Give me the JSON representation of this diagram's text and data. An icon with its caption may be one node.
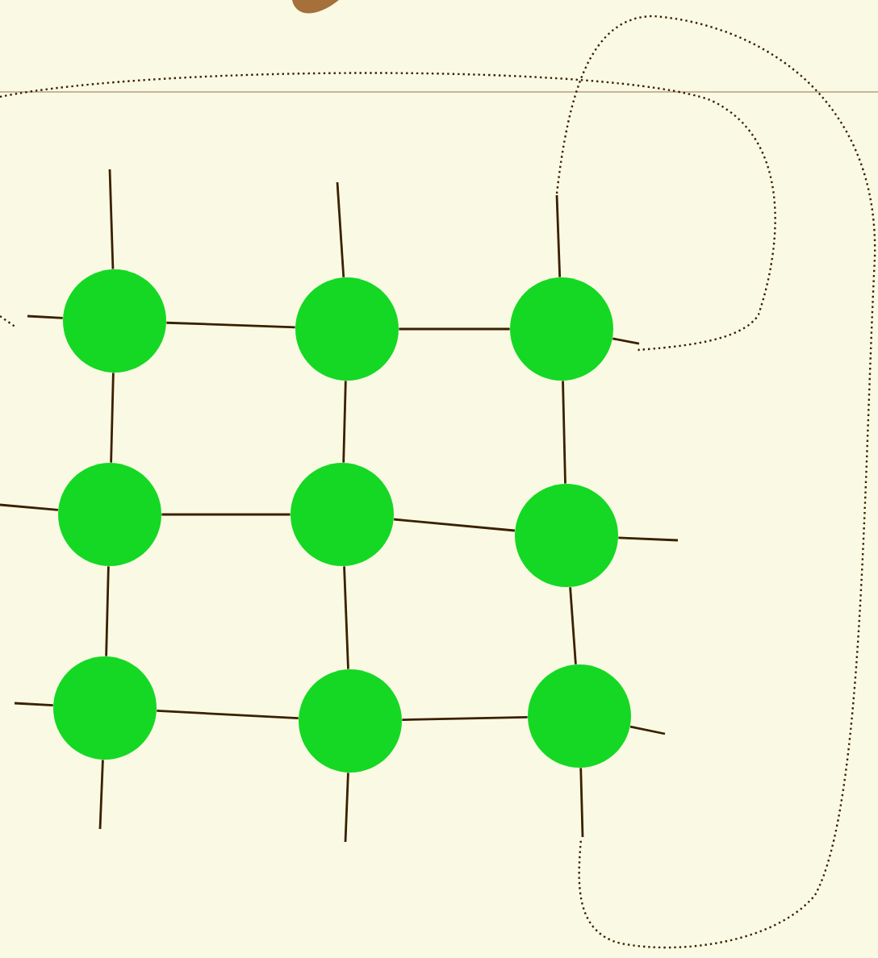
{
  "diagram": {
    "nodes": [
      {
        "text": [],
        "shape": "circle"
      },
      {
        "text": [],
        "shape": "circle"
      },
      {
        "text": [],
        "shape": "circle"
      },
      {
        "text": [],
        "shape": "circle"
      },
      {
        "text": [],
        "shape": "circle"
      },
      {
        "text": [],
        "shape": "circle"
      },
      {
        "text": [],
        "shape": "circle"
      },
      {
        "text": [],
        "shape": "circle"
      },
      {
        "text": [],
        "shape": "circle"
      }
    ],
    "edges": [
      {
        "from": 0,
        "to": 1,
        "arrow": "none"
      },
      {
        "from": 1,
        "to": 2,
        "arrow": "none"
      },
      {
        "from": 3,
        "to": 4,
        "arrow": "none"
      },
      {
        "from": 4,
        "to": 5,
        "arrow": "none"
      },
      {
        "from": 6,
        "to": 7,
        "arrow": "none"
      },
      {
        "from": 7,
        "to": 8,
        "arrow": "none"
      },
      {
        "from": 0,
        "to": 3,
        "arrow": "none"
      },
      {
        "from": 3,
        "to": 6,
        "arrow": "none"
      },
      {
        "from": 1,
        "to": 4,
        "arrow": "none"
      },
      {
        "from": 4,
        "to": 7,
        "arrow": "none"
      },
      {
        "from": 2,
        "to": 5,
        "arrow": "none"
      },
      {
        "from": 5,
        "to": 8,
        "arrow": "none"
      },
      {
        "from": null,
        "to": 0,
        "arrow": "none"
      },
      {
        "from": null,
        "to": 1,
        "arrow": "none"
      },
      {
        "from": null,
        "to": 2,
        "arrow": "none"
      },
      {
        "from": null,
        "to": 0,
        "arrow": "none"
      },
      {
        "from": null,
        "to": 2,
        "arrow": "none"
      },
      {
        "from": null,
        "to": 3,
        "arrow": "none"
      },
      {
        "from": null,
        "to": 5,
        "arrow": "none"
      },
      {
        "from": null,
        "to": 6,
        "arrow": "none"
      },
      {
        "from": null,
        "to": 8,
        "arrow": "none"
      },
      {
        "from": null,
        "to": 6,
        "arrow": "none"
      },
      {
        "from": null,
        "to": 7,
        "arrow": "none"
      },
      {
        "from": null,
        "to": 8,
        "arrow": "none"
      }
    ]
  }
}
